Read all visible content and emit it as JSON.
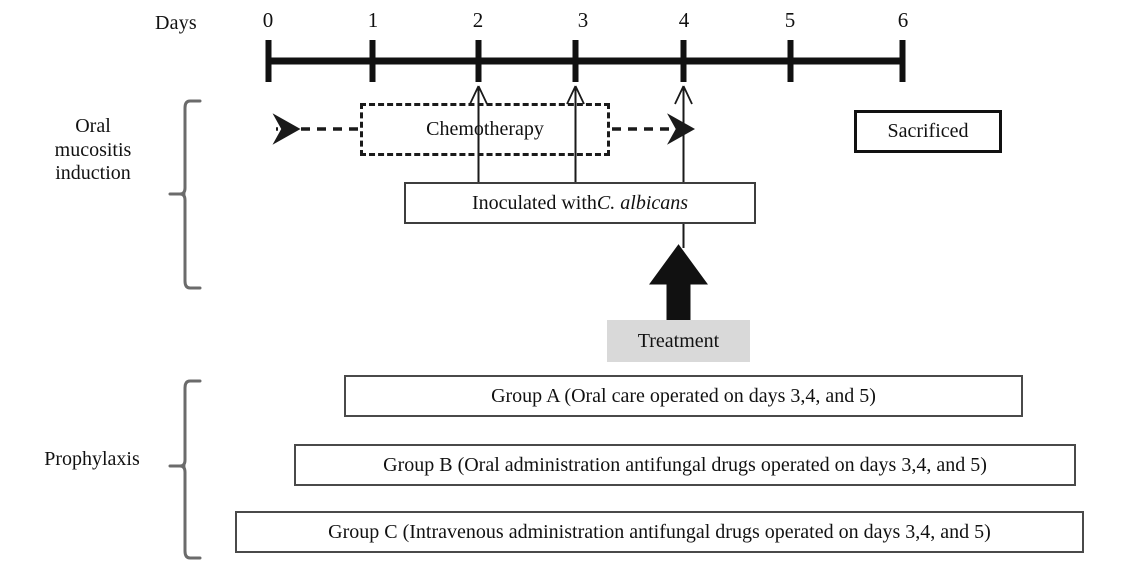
{
  "timeline": {
    "caption": "Days",
    "ticks": [
      "0",
      "1",
      "2",
      "3",
      "4",
      "5",
      "6"
    ]
  },
  "sections": {
    "induction_label": "Oral\nmucositis\ninduction",
    "induction_label_lines": [
      "Oral",
      "mucositis",
      "induction"
    ],
    "prophylaxis_label": "Prophylaxis"
  },
  "boxes": {
    "chemotherapy": "Chemotherapy",
    "inoculated_prefix": "Inoculated with ",
    "inoculated_species": "C. albicans",
    "sacrificed": "Sacrificed",
    "treatment": "Treatment",
    "group_a": "Group A (Oral care operated on days 3,4, and 5)",
    "group_b": "Group B (Oral administration antifungal drugs operated on days 3,4, and 5)",
    "group_c": "Group C (Intravenous  administration antifungal drugs operated on days 3,4, and 5)"
  },
  "colors": {
    "line": "#111111",
    "box_border": "#4a4a4a",
    "brace": "#6b6b6b",
    "treatment_fill": "#d9d9d9",
    "background": "#ffffff"
  },
  "annotations": {
    "chemo_span_days": "0 to 4 (dashed, open ended both directions)",
    "inoculation_days": [
      "2",
      "3"
    ],
    "treatment_day": "4",
    "sacrifice_day": "6"
  }
}
